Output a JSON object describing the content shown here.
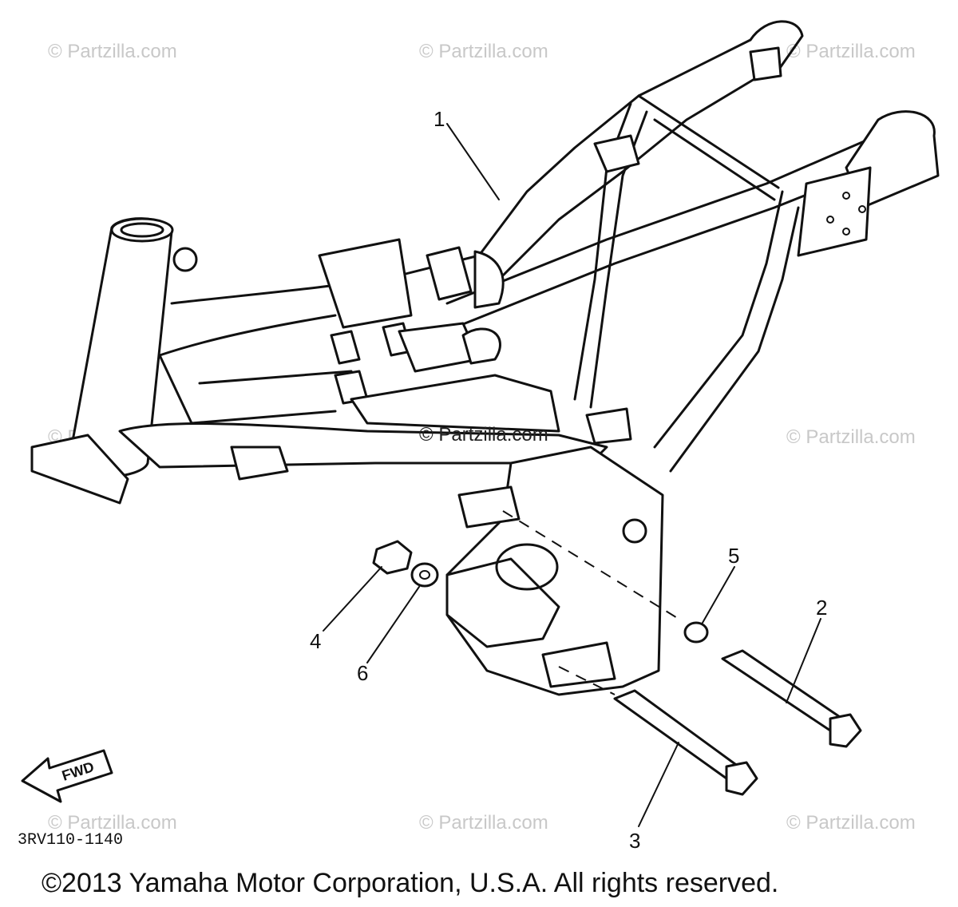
{
  "diagram": {
    "watermark_text": "© Partzilla.com",
    "part_numbers": [
      "1",
      "2",
      "3",
      "4",
      "5",
      "6"
    ],
    "diagram_code": "3RV110-1140",
    "fwd_label": "FWD",
    "copyright": "©2013 Yamaha Motor Corporation, U.S.A. All rights reserved."
  }
}
